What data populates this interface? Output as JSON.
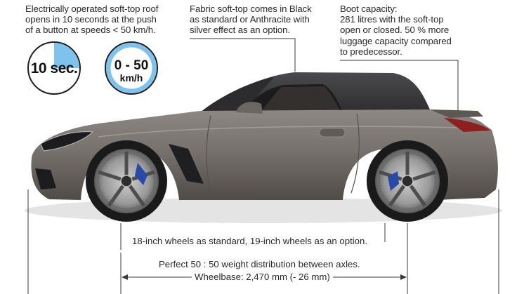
{
  "callouts": {
    "roof_operation": [
      "Electrically operated soft-top roof",
      "opens in 10 seconds at the push",
      "of a button at speeds < 50 km/h."
    ],
    "fabric": [
      "Fabric soft-top comes in Black",
      "as standard or Anthracite with",
      "silver effect as an option."
    ],
    "boot": [
      "Boot capacity:",
      "281 litres with the soft-top",
      "open or closed. 50 % more",
      "luggage capacity compared",
      "to predecessor."
    ],
    "wheels": "18-inch wheels as standard, 19-inch wheels as an option.",
    "weight": "Perfect 50 : 50 weight distribution between axles.",
    "wheelbase": "Wheelbase: 2,470 mm (- 26 mm)"
  },
  "badges": {
    "time": {
      "value": "10 sec.",
      "fill_fraction": 0.25
    },
    "speed": {
      "top": "0 - 50",
      "unit": "km/h"
    }
  },
  "colors": {
    "accent_blue": "#7ec3ee",
    "car_body": "#6f6b66",
    "soft_top": "#3b3b3d",
    "text": "#2a2a2a"
  }
}
